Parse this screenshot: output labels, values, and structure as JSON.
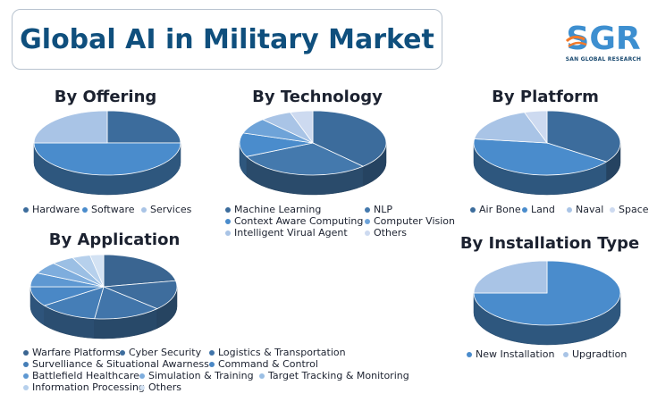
{
  "header": {
    "title": "Global AI in Military Market",
    "logo_text": "SGR",
    "logo_subtext": "SAN GLOBAL RESEARCH"
  },
  "colors": {
    "dark_blue": "#3c6c9c",
    "mid_blue": "#4a8ccc",
    "light_blue": "#a9c4e6",
    "pale_blue": "#cddaf0",
    "title_blue": "#0f4f7d",
    "logo_accent": "#f27a2b"
  },
  "chart_data": [
    {
      "type": "pie",
      "title": "By Offering",
      "categories": [
        "Hardware",
        "Software",
        "Services"
      ],
      "values": [
        25,
        50,
        25
      ],
      "colors": [
        "#3c6c9c",
        "#4a8ccc",
        "#a9c4e6"
      ],
      "legend_position": "bottom"
    },
    {
      "type": "pie",
      "title": "By Technology",
      "categories": [
        "Machine Learning",
        "NLP",
        "Context Aware Computing",
        "Computer Vision",
        "Intelligent Virual Agent",
        "Others"
      ],
      "values": [
        38,
        30,
        12,
        8,
        7,
        5
      ],
      "colors": [
        "#3c6c9c",
        "#4479ad",
        "#4a8ccc",
        "#6ea3d8",
        "#a9c4e6",
        "#cddaf0"
      ],
      "legend_position": "bottom"
    },
    {
      "type": "pie",
      "title": "By Platform",
      "categories": [
        "Air Bone",
        "Land",
        "Naval",
        "Space"
      ],
      "values": [
        35,
        42,
        18,
        5
      ],
      "colors": [
        "#3c6c9c",
        "#4a8ccc",
        "#a9c4e6",
        "#cddaf0"
      ],
      "legend_position": "bottom"
    },
    {
      "type": "pie",
      "title": "By Application",
      "categories": [
        "Warfare Platforms",
        "Cyber Security",
        "Logistics & Transportation",
        "Survelliance & Situational Awarness",
        "Command & Control",
        "Battlefield Healthcare",
        "Simulation & Training",
        "Target Tracking & Monitoring",
        "Information Processing",
        "Others"
      ],
      "values": [
        22,
        15,
        15,
        13,
        10,
        7,
        6,
        5,
        4,
        3
      ],
      "colors": [
        "#3a6591",
        "#3e6d9d",
        "#4175aa",
        "#457eb7",
        "#4a88c6",
        "#5e98d2",
        "#7eaddd",
        "#9bbfe4",
        "#b6d0ec",
        "#d3e2f3"
      ],
      "legend_position": "bottom"
    },
    {
      "type": "pie",
      "title": "By Installation Type",
      "categories": [
        "New Installation",
        "Upgradtion"
      ],
      "values": [
        75,
        25
      ],
      "colors": [
        "#4a8ccc",
        "#a9c4e6"
      ],
      "legend_position": "bottom"
    }
  ]
}
